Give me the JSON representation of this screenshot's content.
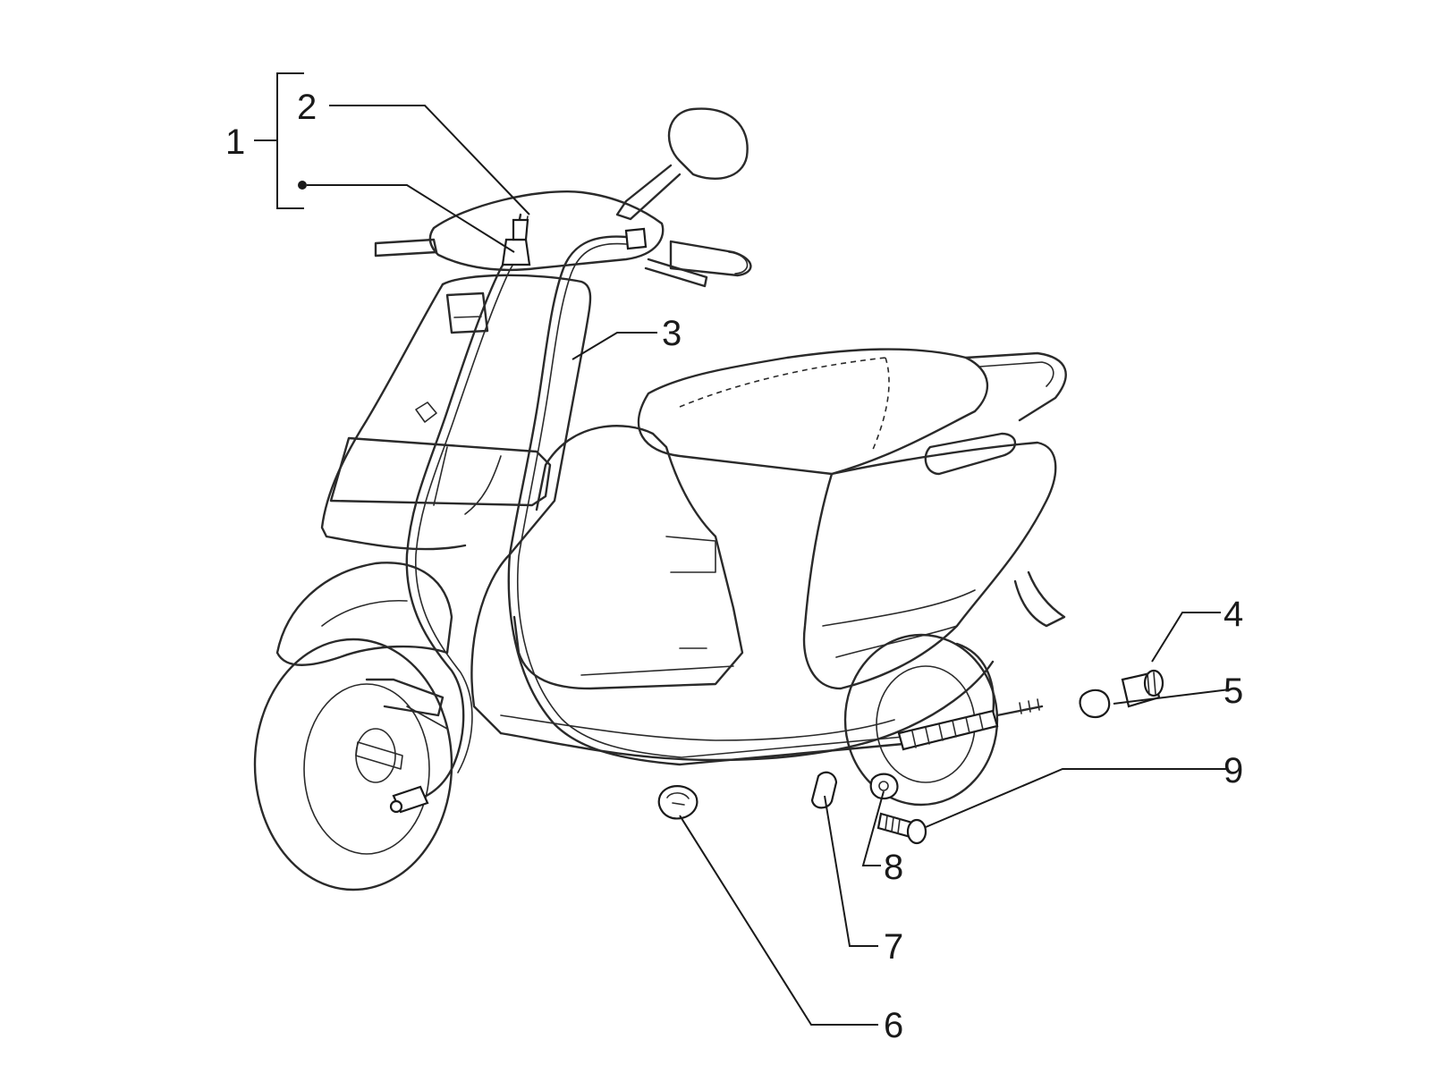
{
  "callouts": {
    "c1": "1",
    "c2": "2",
    "c3": "3",
    "c4": "4",
    "c5": "5",
    "c6": "6",
    "c7": "7",
    "c8": "8",
    "c9": "9"
  },
  "colors": {
    "line": "#2a2a2a",
    "background": "#ffffff"
  }
}
